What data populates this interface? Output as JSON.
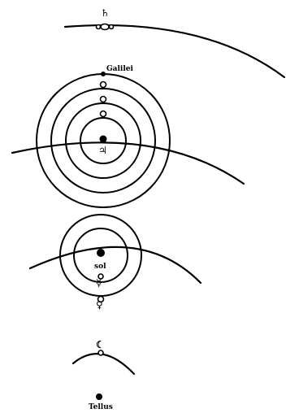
{
  "labels": {
    "top_symbol": "♄",
    "galilei": "Galilei",
    "jupiter_symbol": "♃",
    "sol": "sol",
    "venus_symbol": "♀",
    "mercury_symbol": "☿",
    "moon_symbol": "☾",
    "tellus": "Tellus"
  },
  "colors": {
    "ink": "#000000",
    "paper": "#ffffff"
  }
}
